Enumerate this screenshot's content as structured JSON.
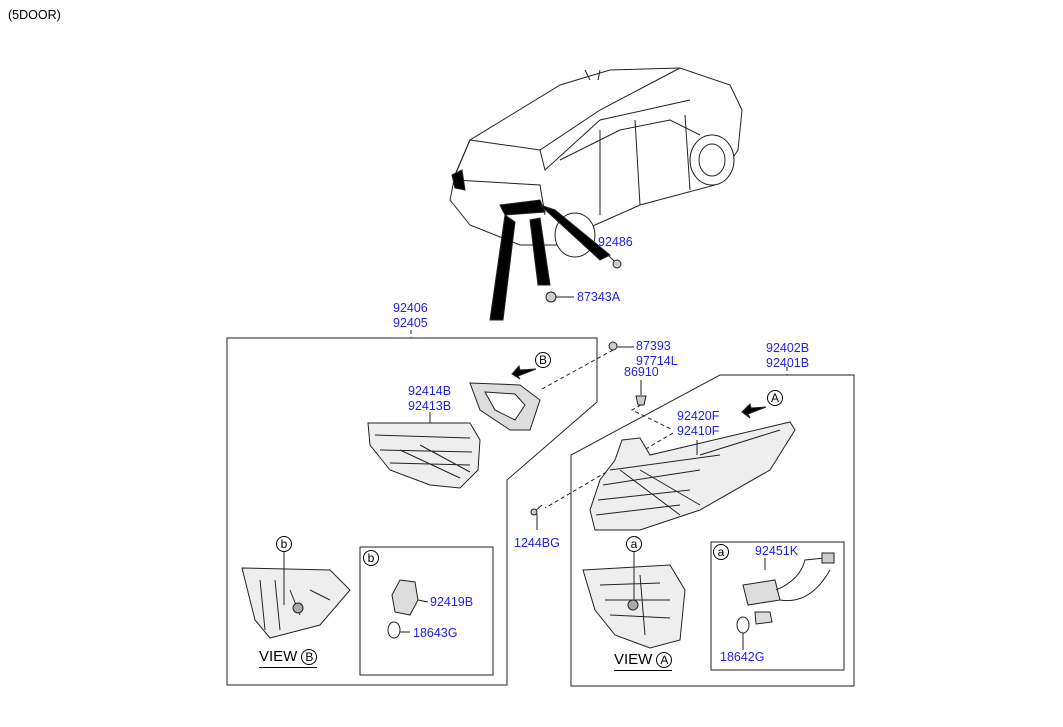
{
  "header": {
    "variant": "(5DOOR)"
  },
  "parts": {
    "p92486": "92486",
    "p87343A": "87343A",
    "p92406": "92406",
    "p92405": "92405",
    "p87393": "87393",
    "p97714L": "97714L",
    "p86910": "86910",
    "p92402B": "92402B",
    "p92401B": "92401B",
    "p92414B": "92414B",
    "p92413B": "92413B",
    "p92420F": "92420F",
    "p92410F": "92410F",
    "p1244BG": "1244BG",
    "p92419B": "92419B",
    "p18643G": "18643G",
    "p92451K": "92451K",
    "p18642G": "18642G"
  },
  "markers": {
    "a": "a",
    "b": "b",
    "A": "A",
    "B": "B"
  },
  "views": {
    "view_word": "VIEW",
    "view_b_marker": "B",
    "view_a_marker": "A"
  }
}
